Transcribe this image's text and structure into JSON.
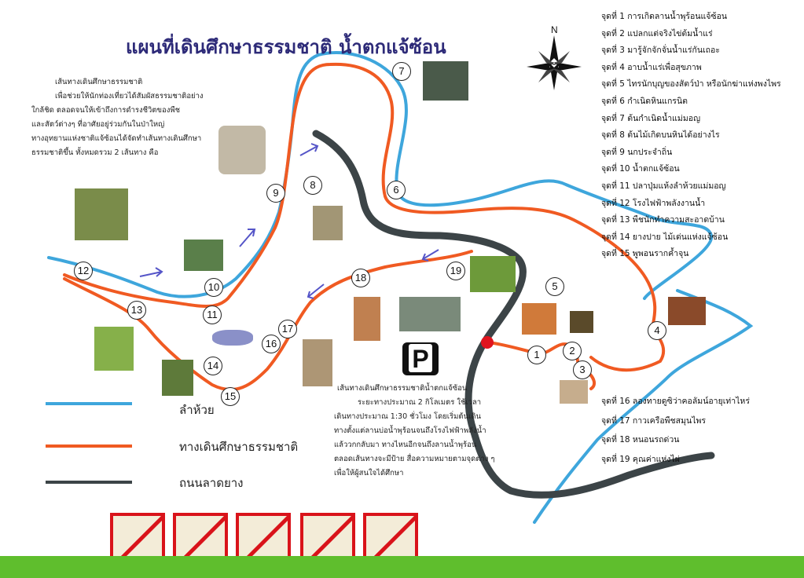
{
  "title": "แผนที่เดินศึกษาธรรมชาติ น้ำตกแจ้ซ้อน",
  "compass": {
    "north_label": "N",
    "icon": "compass-rose-icon"
  },
  "intro_lines": [
    "เส้นทางเดินศึกษาธรรมชาติ",
    "เพื่อช่วยให้นักท่องเที่ยวได้สัมผัสธรรมชาติอย่าง",
    "ใกล้ชิด ตลอดจนให้เข้าถึงการดำรงชีวิตของพืช",
    "และสัตว์ต่างๆ ที่อาศัยอยู่ร่วมกันในป่าใหญ่",
    "ทางอุทยานแห่งชาติแจ้ซ้อนได้จัดทำเส้นทางเดินศึกษา",
    "ธรรมชาติขึ้น ทั้งหมดรวม 2 เส้นทาง คือ"
  ],
  "stops_top": [
    "จุดที่ 1 การเกิดลานน้ำพุร้อนแจ้ซ้อน",
    "จุดที่ 2 แปลกแต่จริงไข่ต้มน้ำแร่",
    "จุดที่ 3 มารู้จักจักจั่นน้ำแร่กันเถอะ",
    "จุดที่ 4 อาบน้ำแร่เพื่อสุขภาพ",
    "จุดที่ 5 ไทรนักบุญของสัตว์ป่า หรือนักฆ่าแห่งพงไพร",
    "จุดที่ 6 กำเนิดหินแกรนิต",
    "จุดที่ 7 ต้นกำเนิดน้ำแม่มอญ",
    "จุดที่ 8 ต้นไม้เกิดบนหินได้อย่างไร",
    "จุดที่ 9 นกประจำถิ่น",
    "จุดที่ 10 น้ำตกแจ้ซ้อน",
    "จุดที่ 11 ปลาปุ่มแห้งลำห้วยแม่มอญ",
    "จุดที่ 12 โรงไฟฟ้าพลังงานน้ำ",
    "จุดที่ 13 พืชนักทำความสะอาดบ้าน",
    "จุดที่ 14 ยางปาย ไม้เด่นแห่งแจ้ซ้อน",
    "จุดที่ 15 พูพอนรากค้ำจุน"
  ],
  "stops_bottom": [
    "จุดที่ 16 ลองทายดูซิว่าคอลัมน์อายุเท่าไหร่",
    "จุดที่ 17 กาวเครือพืชสมุนไพร",
    "จุดที่ 18 หนอนรถด่วน",
    "จุดที่ 19 คุณค่าแห่งไผ่"
  ],
  "route_note": [
    "เส้นทางเดินศึกษาธรรมชาติน้ำตกแจ้ซ้อน",
    "ระยะทางประมาณ 2 กิโลเมตร ใช้เวลา",
    "เดินทางประมาณ 1:30 ชั่วโมง โดยเริ่มต้นเดิน",
    "ทางตั้งแต่ลานบ่อน้ำพุร้อนจนถึงโรงไฟฟ้าพลังน้ำ",
    "แล้ววกกลับมา ทางไหนอีกจนถึงลานน้ำพุร้อน",
    "ตลอดเส้นทางจะมีป้าย สื่อความหมายตามจุดต่าง ๆ",
    "เพื่อให้ผู้สนใจได้ศึกษา"
  ],
  "legend": [
    {
      "label": "ลำห้วย",
      "color": "#3ea6dc"
    },
    {
      "label": "ทางเดินศึกษาธรรมชาติ",
      "color": "#f05a22"
    },
    {
      "label": "ถนนลาดยาง",
      "color": "#3c4447"
    }
  ],
  "markers": [
    "1",
    "2",
    "3",
    "4",
    "5",
    "6",
    "7",
    "8",
    "9",
    "10",
    "11",
    "12",
    "13",
    "14",
    "15",
    "16",
    "17",
    "18",
    "19"
  ],
  "parking_label": "P",
  "colors": {
    "stream": "#3ea6dc",
    "trail": "#f05a22",
    "road": "#3c4447",
    "title": "#2d2a78",
    "ban": "#d9131a",
    "grass": "#5fbe2d",
    "start_dot": "#e0141e",
    "arrow": "#5555c8"
  },
  "ban_icons": [
    "no-hunting-gun-icon",
    "no-feeding-icon",
    "no-littering-icon",
    "no-fire-icon",
    "no-picking-plants-icon"
  ]
}
